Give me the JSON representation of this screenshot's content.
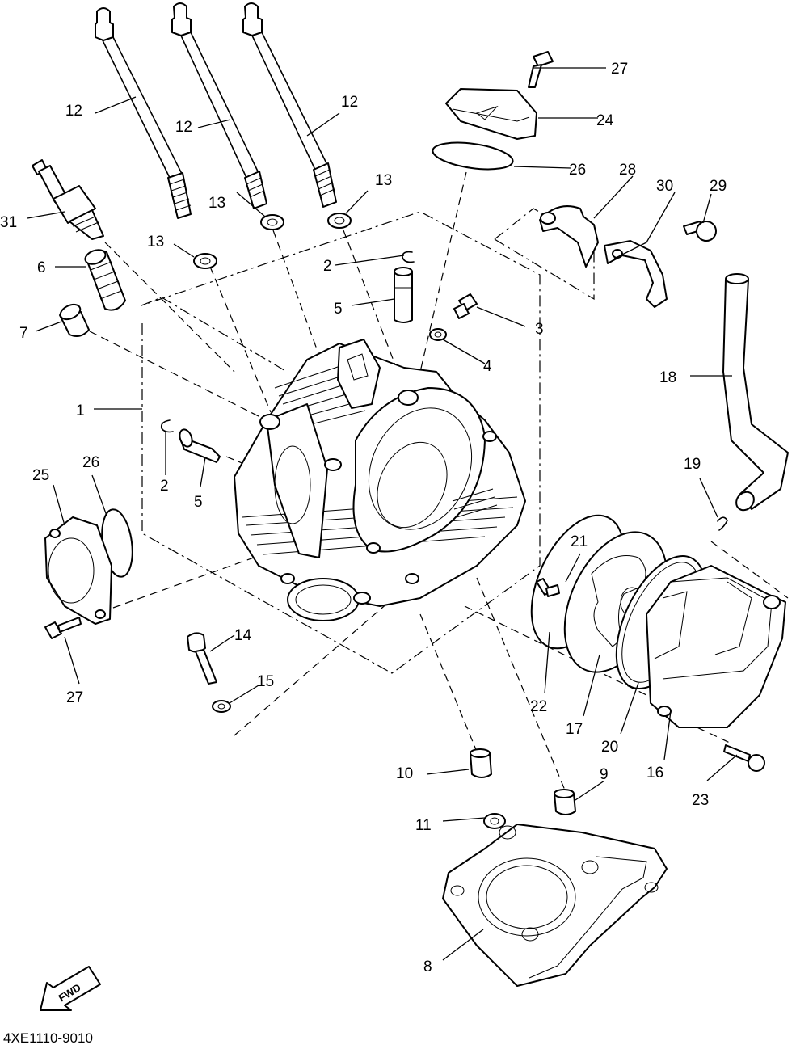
{
  "diagram": {
    "code": "4XE1110-9010",
    "fwd_text": "FWD",
    "callouts": [
      {
        "id": "c1",
        "text": "1"
      },
      {
        "id": "c2a",
        "text": "2"
      },
      {
        "id": "c2b",
        "text": "2"
      },
      {
        "id": "c3",
        "text": "3"
      },
      {
        "id": "c4",
        "text": "4"
      },
      {
        "id": "c5a",
        "text": "5"
      },
      {
        "id": "c5b",
        "text": "5"
      },
      {
        "id": "c6",
        "text": "6"
      },
      {
        "id": "c7",
        "text": "7"
      },
      {
        "id": "c8",
        "text": "8"
      },
      {
        "id": "c9",
        "text": "9"
      },
      {
        "id": "c10",
        "text": "10"
      },
      {
        "id": "c11",
        "text": "11"
      },
      {
        "id": "c12a",
        "text": "12"
      },
      {
        "id": "c12b",
        "text": "12"
      },
      {
        "id": "c12c",
        "text": "12"
      },
      {
        "id": "c13a",
        "text": "13"
      },
      {
        "id": "c13b",
        "text": "13"
      },
      {
        "id": "c13c",
        "text": "13"
      },
      {
        "id": "c14",
        "text": "14"
      },
      {
        "id": "c15",
        "text": "15"
      },
      {
        "id": "c16",
        "text": "16"
      },
      {
        "id": "c17",
        "text": "17"
      },
      {
        "id": "c18",
        "text": "18"
      },
      {
        "id": "c19",
        "text": "19"
      },
      {
        "id": "c20",
        "text": "20"
      },
      {
        "id": "c21",
        "text": "21"
      },
      {
        "id": "c22",
        "text": "22"
      },
      {
        "id": "c23",
        "text": "23"
      },
      {
        "id": "c24",
        "text": "24"
      },
      {
        "id": "c25",
        "text": "25"
      },
      {
        "id": "c26a",
        "text": "26"
      },
      {
        "id": "c26b",
        "text": "26"
      },
      {
        "id": "c27a",
        "text": "27"
      },
      {
        "id": "c27b",
        "text": "27"
      },
      {
        "id": "c28",
        "text": "28"
      },
      {
        "id": "c29",
        "text": "29"
      },
      {
        "id": "c30",
        "text": "30"
      },
      {
        "id": "c31",
        "text": "31"
      }
    ]
  }
}
